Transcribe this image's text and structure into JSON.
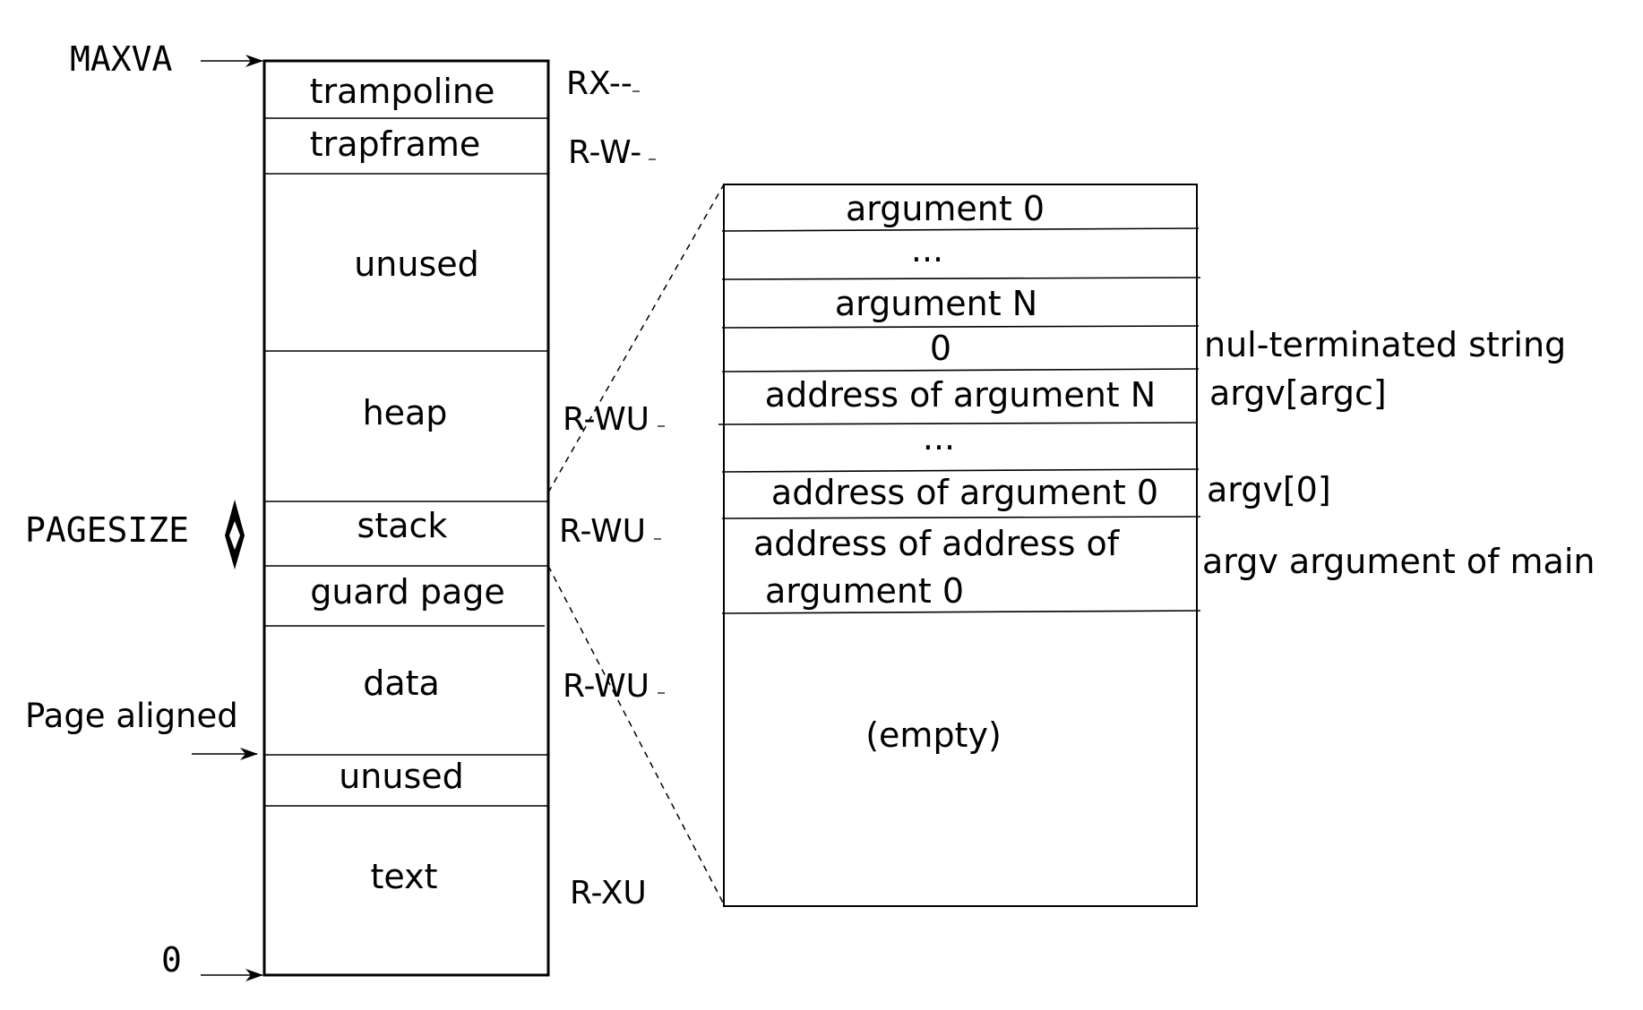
{
  "address_markers": {
    "top": "MAXVA",
    "bottom": "0",
    "pagesize": "PAGESIZE",
    "page_aligned": "Page aligned"
  },
  "memory_regions": [
    {
      "label": "trampoline",
      "perm": "RX--"
    },
    {
      "label": "trapframe",
      "perm": "R-W-"
    },
    {
      "label": "unused",
      "perm": ""
    },
    {
      "label": "heap",
      "perm": "R-WU"
    },
    {
      "label": "stack",
      "perm": "R-WU"
    },
    {
      "label": "guard page",
      "perm": ""
    },
    {
      "label": "data",
      "perm": "R-WU"
    },
    {
      "label": "unused",
      "perm": ""
    },
    {
      "label": "text",
      "perm": "R-XU"
    }
  ],
  "stack_detail": [
    {
      "lines": [
        "argument 0"
      ],
      "note": ""
    },
    {
      "lines": [
        "..."
      ],
      "note": ""
    },
    {
      "lines": [
        "argument N"
      ],
      "note": ""
    },
    {
      "lines": [
        "0"
      ],
      "note": "nul-terminated string"
    },
    {
      "lines": [
        "address of argument N"
      ],
      "note": "argv[argc]"
    },
    {
      "lines": [
        "..."
      ],
      "note": ""
    },
    {
      "lines": [
        "address of argument 0"
      ],
      "note": "argv[0]"
    },
    {
      "lines": [
        "address of address of",
        "argument 0"
      ],
      "note": "argv argument of main"
    },
    {
      "lines": [
        "(empty)"
      ],
      "note": ""
    }
  ]
}
